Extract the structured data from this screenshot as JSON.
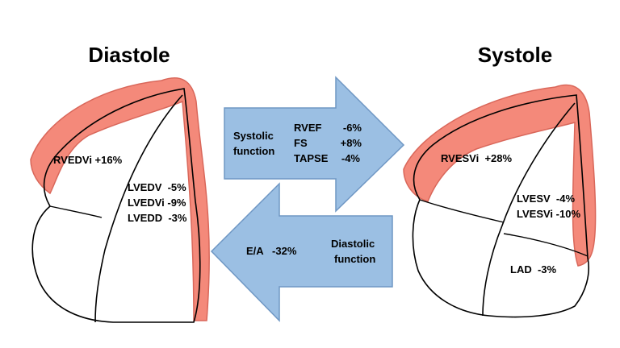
{
  "diastole": {
    "title": "Diastole",
    "rv_label": "RVEDVi +16%",
    "lv_labels": [
      "LVEDV  -5%",
      "LVEDVi -9%",
      "LVEDD  -3%"
    ]
  },
  "systole": {
    "title": "Systole",
    "rv_label": "RVESVi  +28%",
    "lv_labels": [
      "LVESV  -4%",
      "LVESVi -10%"
    ],
    "la_label": "LAD  -3%"
  },
  "systolic_arrow": {
    "heading_lines": [
      "Systolic",
      "function"
    ],
    "metric_names": [
      "RVEF",
      "FS",
      "TAPSE"
    ],
    "metric_values": [
      "-6%",
      "+8%",
      "-4%"
    ]
  },
  "diastolic_arrow": {
    "metric": "E/A   -32%",
    "heading_lines": [
      "Diastolic",
      "function"
    ]
  },
  "colors": {
    "myocardium_fill": "#f4897a",
    "myocardium_stroke": "#d9675a",
    "arrow_fill": "#9bbfe3",
    "arrow_stroke": "#6f97c4"
  }
}
